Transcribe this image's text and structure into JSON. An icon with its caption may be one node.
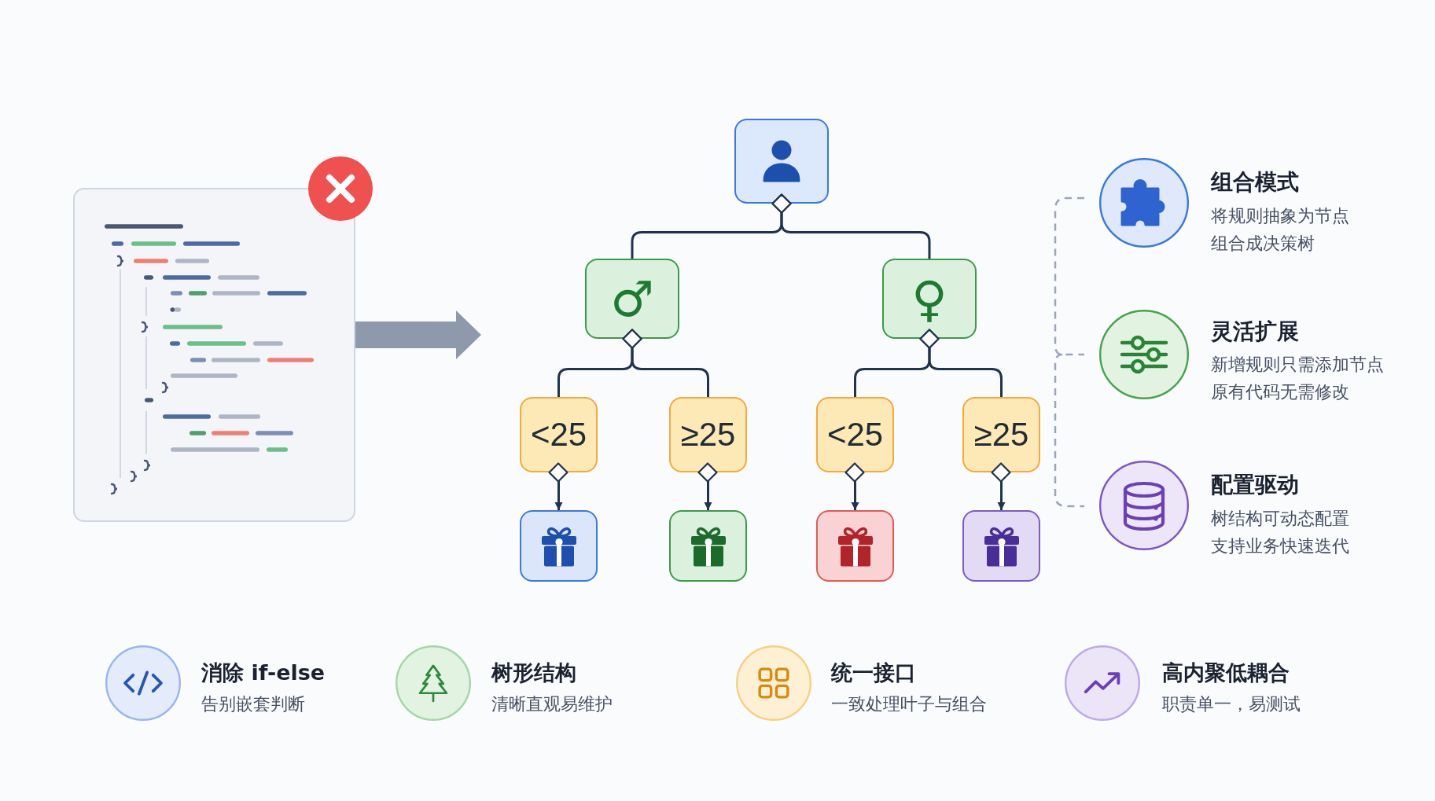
{
  "diagram": {
    "nodes": [
      {
        "text": [],
        "shape": "picture"
      },
      {
        "text": [],
        "shape": "box"
      },
      {
        "text": [
          "♂"
        ]
      },
      {
        "text": [
          "♀"
        ]
      },
      {
        "text": [
          "<25"
        ]
      },
      {
        "text": [
          "≥25"
        ]
      },
      {
        "text": [
          "<25"
        ]
      },
      {
        "text": [
          "≥25"
        ]
      },
      {
        "text": [],
        "shape": "box"
      },
      {
        "text": [],
        "shape": "box"
      },
      {
        "text": [],
        "shape": "box"
      },
      {
        "text": [],
        "shape": "box"
      }
    ],
    "edges": [
      {
        "from": 0,
        "to": null,
        "arrow": "to",
        "style": "thick",
        "color": "#8e99ab"
      },
      {
        "from": 1,
        "to": 2,
        "arrow": "other"
      },
      {
        "from": 1,
        "to": 3,
        "arrow": "other"
      },
      {
        "from": 2,
        "to": 4,
        "arrow": "other"
      },
      {
        "from": 2,
        "to": 5,
        "arrow": "other"
      },
      {
        "from": 3,
        "to": 6,
        "arrow": "other"
      },
      {
        "from": 3,
        "to": 7,
        "arrow": "other"
      },
      {
        "from": 4,
        "to": 8,
        "arrow": "to"
      },
      {
        "from": 5,
        "to": 9,
        "arrow": "to"
      },
      {
        "from": 6,
        "to": 10,
        "arrow": "to"
      },
      {
        "from": 7,
        "to": 11,
        "arrow": "to"
      }
    ],
    "labels": [
      "组合模式",
      "将规则抽象为节点组合成决策树",
      "灵活扩展",
      "新增规则只需添加节点原有代码无需修改",
      "配置驱动",
      "树结构可动态配置支持业务快速迭代",
      "消除 if-else",
      "告别嵌套判断",
      "树形结构",
      "清晰直观易维护",
      "统一接口",
      "一致处理叶子与组合",
      "高内聚低耦合",
      "职责单一，易测试"
    ]
  }
}
